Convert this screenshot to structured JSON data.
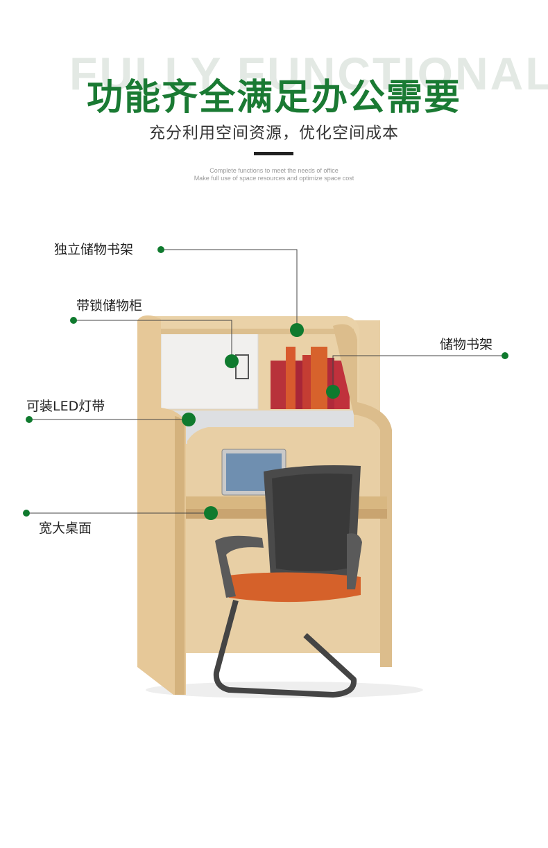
{
  "header": {
    "background_word": "FULLY FUNCTIONAL",
    "title": "功能齐全满足办公需要",
    "subtitle": "充分利用空间资源，优化空间成本",
    "english_line1": "Complete functions to meet the needs of office",
    "english_line2": "Make full use of space resources and optimize space cost"
  },
  "callouts": {
    "shelf_top": "独立储物书架",
    "lock_cabinet": "带锁储物柜",
    "storage_shelf": "储物书架",
    "led_strip": "可装LED灯带",
    "desktop": "宽大桌面"
  },
  "colors": {
    "accent": "#1a7a33",
    "wood": "#e3c79a",
    "dot": "#0f7a2e"
  }
}
